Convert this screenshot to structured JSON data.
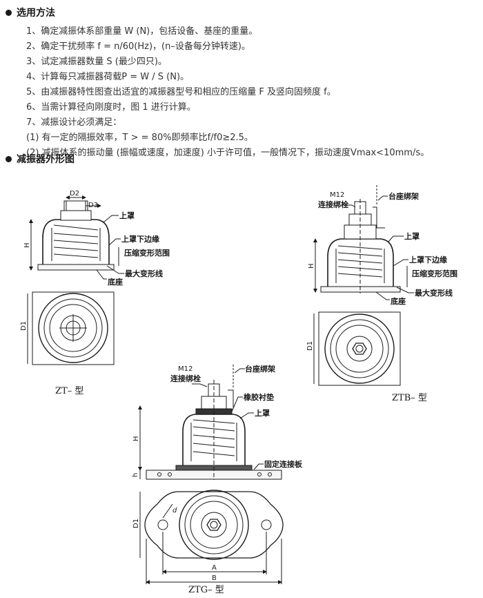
{
  "section1": {
    "title": "选用方法",
    "steps": [
      "1、确定减振体系部重量 W (N)，包括设备、基座的重量。",
      "2、确定干扰频率 f = n/60(Hz)，(n–设备每分钟转速)。",
      "3、试定减振器数量 S (最少四只)。",
      "4、计算每只减振器荷载P = W / S (N)。",
      "5、由减振器特性图查出适宜的减振器型号和相应的压缩量 F 及竖向固频度 f。",
      "6、当需计算径向刚度时，图 1 进行计算。",
      "7、减振设计必须满足：",
      "(1) 有一定的隔振效率，T > = 80%即频率比f/f0≥2.5。",
      "(2) 减振体系的振动量 (振幅或速度，加速度) 小于许可值，一般情况下，振动速度Vmax<10mm/s。"
    ]
  },
  "section2": {
    "title": "减振器外形图"
  },
  "zt": {
    "model": "ZT– 型",
    "labels": {
      "d2": "D2",
      "d3": "D3",
      "h": "H",
      "d1": "D1",
      "top_cover": "上罩",
      "cover_lower_edge": "上罩下边缘",
      "compress_range": "压缩变形范围",
      "max_deform": "最大变形线",
      "base": "底座"
    }
  },
  "ztb": {
    "model": "ZTB– 型",
    "labels": {
      "m12": "M12",
      "bolt": "连接绑栓",
      "bracket": "台座绑架",
      "h": "H",
      "d1": "D1",
      "top_cover": "上罩",
      "cover_lower_edge": "上罩下边缘",
      "compress_range": "压缩变形范围",
      "max_deform": "最大变形线",
      "base": "底座"
    }
  },
  "ztg": {
    "model": "ZTG– 型",
    "labels": {
      "m12": "M12",
      "bolt": "连接绑栓",
      "bracket": "台座绑架",
      "rubber_pad": "橡胶衬垫",
      "top_cover": "上罩",
      "fixed_plate": "固定连接板",
      "h": "H",
      "h_small": "h",
      "d1": "D1",
      "d": "d",
      "a": "A",
      "b": "B"
    }
  }
}
